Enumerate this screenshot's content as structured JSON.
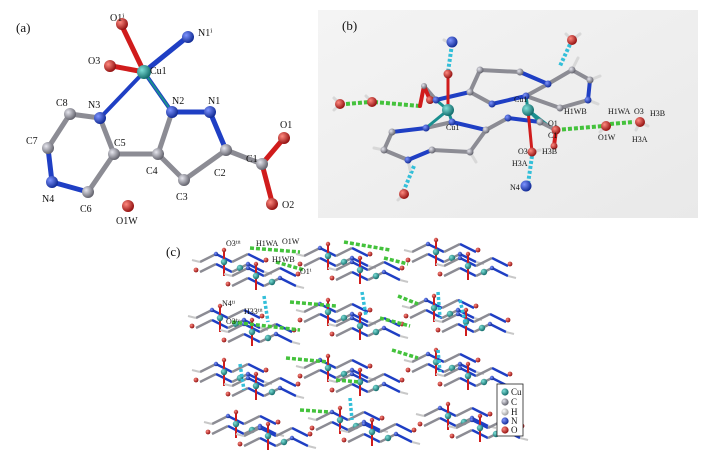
{
  "panels": {
    "a": {
      "label": "(a)",
      "atoms": {
        "o1i": "O1ⁱ",
        "n1i": "N1ⁱ",
        "o3": "O3",
        "cu1": "Cu1",
        "n3": "N3",
        "n2": "N2",
        "n1": "N1",
        "c8": "C8",
        "c7": "C7",
        "c5": "C5",
        "c4": "C4",
        "n4": "N4",
        "c6": "C6",
        "c3": "C3",
        "c2": "C2",
        "c1": "C1",
        "o1": "O1",
        "o2": "O2",
        "o1w": "O1W"
      }
    },
    "b": {
      "label": "(b)",
      "atoms": {
        "cu1_top": "Cu1",
        "cu1_bottom": "Cu1",
        "o1": "O1",
        "c1": "C1",
        "h1wb": "H1WB",
        "h1wa": "H1WA",
        "o3_right": "O3",
        "h3b_right": "H3B",
        "o1w": "O1W",
        "h3a_right": "H3A",
        "o3": "O3",
        "h3b": "H3B",
        "h3a": "H3A",
        "n4": "N4"
      }
    },
    "c": {
      "label": "(c)",
      "atoms": {
        "o3iii": "O3ⁱⁱⁱ",
        "h1wa": "H1WA",
        "o1w": "O1W",
        "h1wb": "H1WB",
        "o1i": "O1ⁱ",
        "n4ii": "N4ⁱⁱ",
        "h33": "H33ⁱⁱⁱ",
        "o3iv": "O3ⁱᵛ"
      },
      "legend": [
        {
          "symbol": "Cu",
          "color": "#1a8f8f"
        },
        {
          "symbol": "C",
          "color": "#8c8c94"
        },
        {
          "symbol": "H",
          "color": "#c8c8c8"
        },
        {
          "symbol": "N",
          "color": "#1f3fc4"
        },
        {
          "symbol": "O",
          "color": "#d01c1c"
        }
      ]
    }
  },
  "colors": {
    "cu": "#1a8f8f",
    "c": "#8c8c94",
    "h": "#d8d8d8",
    "n": "#1f3fc4",
    "o": "#d01c1c",
    "hbond_green": "#44c23c",
    "hbond_cyan": "#33bfd9"
  }
}
